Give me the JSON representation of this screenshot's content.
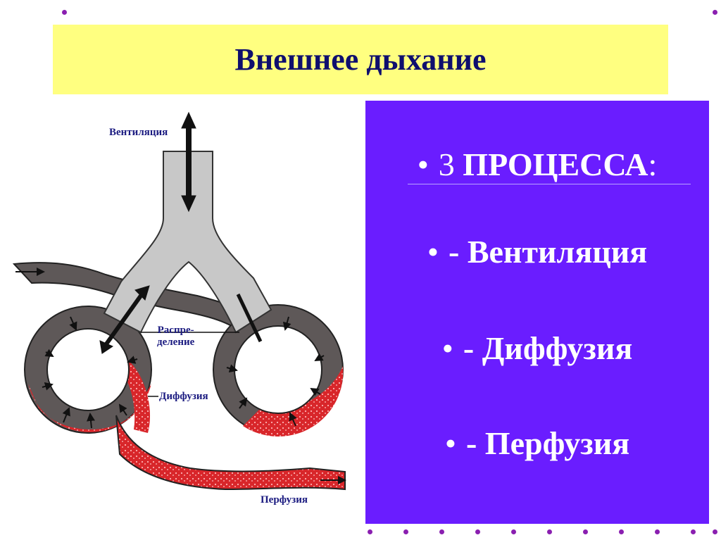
{
  "title": "Внешнее дыхание",
  "panel": {
    "heading": {
      "bullet": "•",
      "number": "3",
      "text": "ПРОЦЕССА",
      "colon": ":"
    },
    "items": [
      {
        "bullet": "•",
        "text": "- Вентиляция"
      },
      {
        "bullet": "•",
        "text": "- Диффузия"
      },
      {
        "bullet": "•",
        "text": "- Перфузия"
      }
    ]
  },
  "diagram": {
    "labels": {
      "ventilation": "Вентиляция",
      "distribution_line1": "Распре-",
      "distribution_line2": "деление",
      "diffusion": "Диффузия",
      "perfusion": "Перфузия"
    }
  },
  "colors": {
    "title_band": "#ffff80",
    "panel": "#6a1dff",
    "blood_venous": "#5e5858",
    "blood_arterial": "#d8262a",
    "airway": "#c8c8c8",
    "label_text": "#1a1a80"
  }
}
